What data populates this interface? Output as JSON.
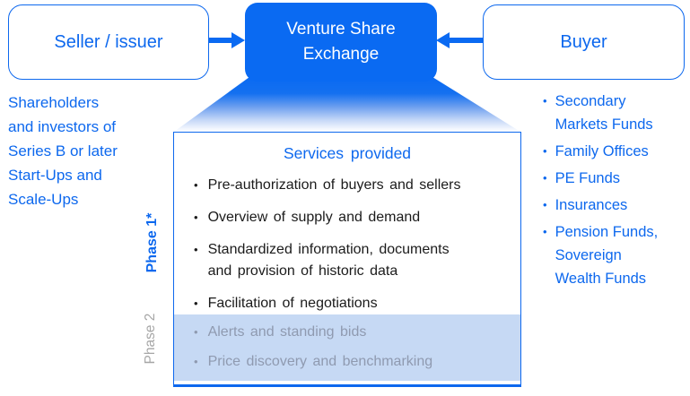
{
  "colors": {
    "accent_blue": "#0d68ee",
    "exchange_fill": "#0a6af2",
    "phase2_highlight": "#c6d9f4",
    "muted_item_text": "#8f9ab0",
    "phase2_label_gray": "#a6a6a6",
    "service_text": "#1b1b1b"
  },
  "glyphs": {
    "bullet": "•"
  },
  "nodes": {
    "seller": {
      "label": "Seller / issuer"
    },
    "exchange": {
      "label": "Venture Share\nExchange"
    },
    "buyer": {
      "label": "Buyer"
    }
  },
  "seller_note": "Shareholders\nand investors of\nSeries B or later\nStart-Ups and\nScale-Ups",
  "buyer_list": {
    "items": [
      "Secondary\nMarkets Funds",
      "Family Offices",
      "PE Funds",
      "Insurances",
      "Pension Funds,\nSovereign\nWealth Funds"
    ]
  },
  "services": {
    "title": "Services provided",
    "phase1_items": [
      "Pre-authorization of buyers and sellers",
      "Overview of supply and demand",
      "Standardized information, documents\nand provision of historic data",
      "Facilitation of negotiations"
    ],
    "phase2_items": [
      "Alerts and standing bids",
      "Price discovery and benchmarking"
    ]
  },
  "phase_labels": {
    "phase1": "Phase 1*",
    "phase2": "Phase 2"
  }
}
